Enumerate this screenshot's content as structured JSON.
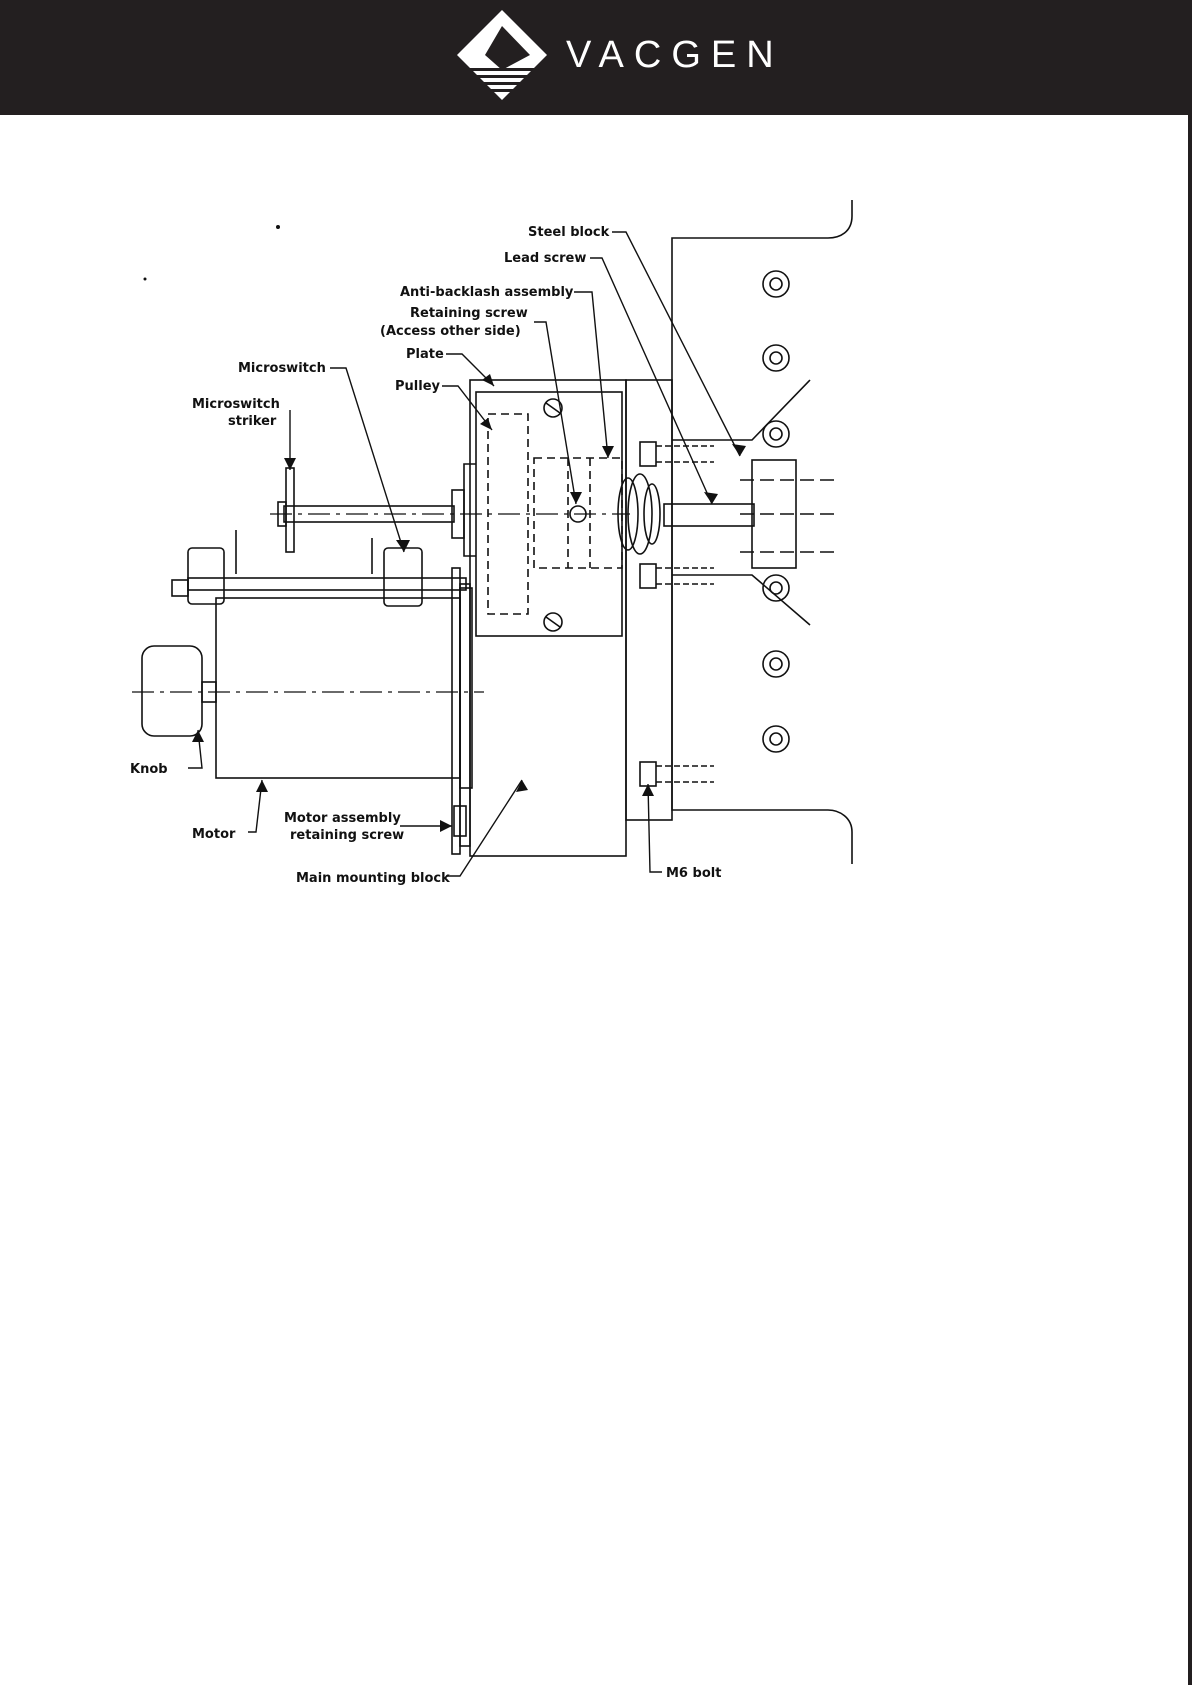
{
  "header": {
    "brand": "VACGEN",
    "background": "#231f20"
  },
  "figure": {
    "labels": {
      "steel_block": "Steel block",
      "lead_screw": "Lead screw",
      "anti_backlash": "Anti-backlash assembly",
      "retaining_screw_1": "Retaining screw",
      "retaining_screw_2": "(Access other side)",
      "plate": "Plate",
      "pulley": "Pulley",
      "microswitch": "Microswitch",
      "microswitch_striker_1": "Microswitch",
      "microswitch_striker_2": "striker",
      "knob": "Knob",
      "motor": "Motor",
      "motor_retaining_1": "Motor assembly",
      "motor_retaining_2": "retaining screw",
      "main_mounting_block": "Main mounting block",
      "m6_bolt": "M6 bolt"
    }
  }
}
